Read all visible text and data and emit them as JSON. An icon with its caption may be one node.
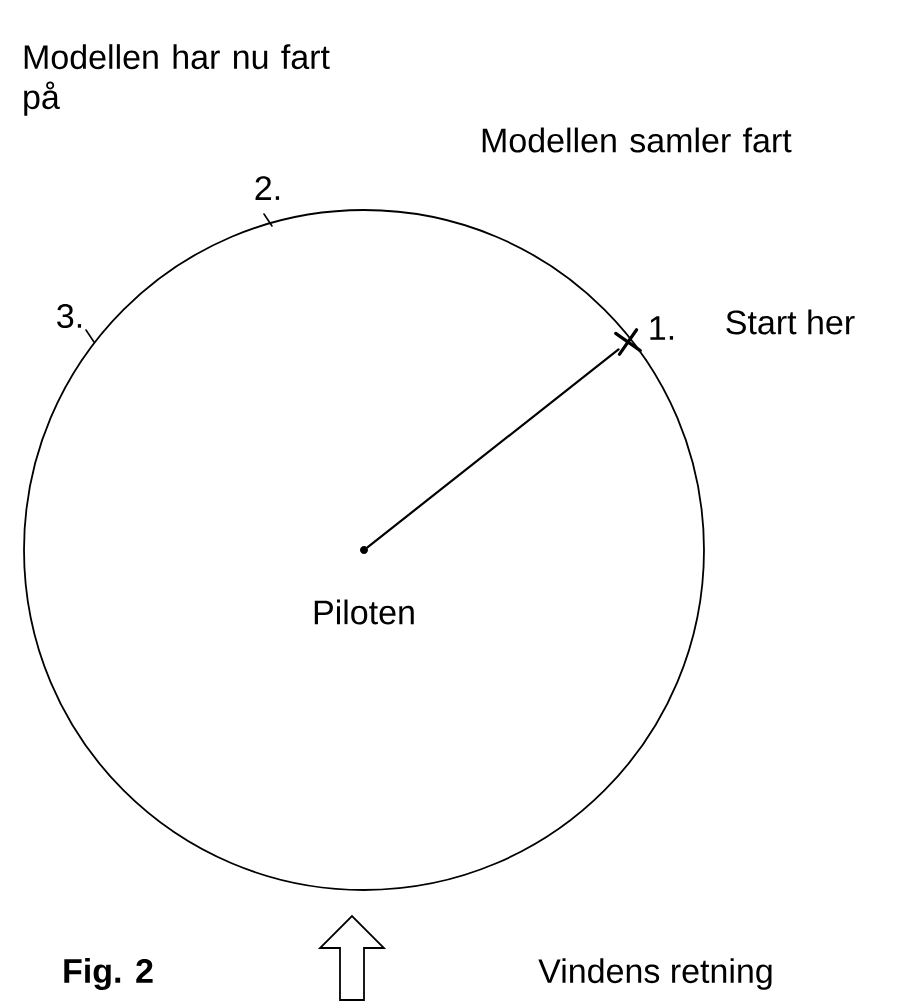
{
  "diagram": {
    "caption": "Fig. 2",
    "nodes": [
      {
        "text": [],
        "shape": "circle",
        "beside": [
          "Piloten"
        ]
      },
      {
        "text": [],
        "shape": "cross",
        "beside": [
          "1.",
          "Start her"
        ]
      }
    ],
    "edges": [
      {
        "from": 0,
        "to": 1,
        "arrow": "none"
      }
    ],
    "labels": [
      "Modellen har nu fart på",
      "Modellen samler fart",
      "2.",
      "3.",
      "Vindens retning"
    ]
  }
}
